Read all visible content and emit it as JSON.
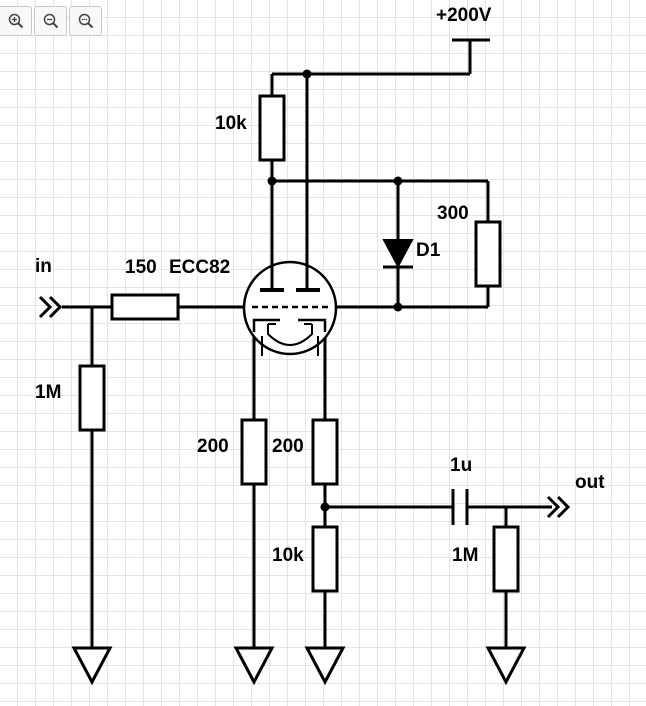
{
  "toolbar": {
    "zoom_in": "zoom-in-icon",
    "zoom_out": "zoom-out-icon",
    "zoom_fit": "zoom-fit-icon"
  },
  "schematic": {
    "supply": "+200V",
    "input": "in",
    "output": "out",
    "r_anode": "10k",
    "r_grid_stopper": "150",
    "tube": "ECC82",
    "r_input": "1M",
    "r_shunt": "300",
    "diode": "D1",
    "r_cathode_left": "200",
    "r_cathode_right": "200",
    "r_cathode_bottom": "10k",
    "c_out": "1u",
    "r_out": "1M"
  }
}
